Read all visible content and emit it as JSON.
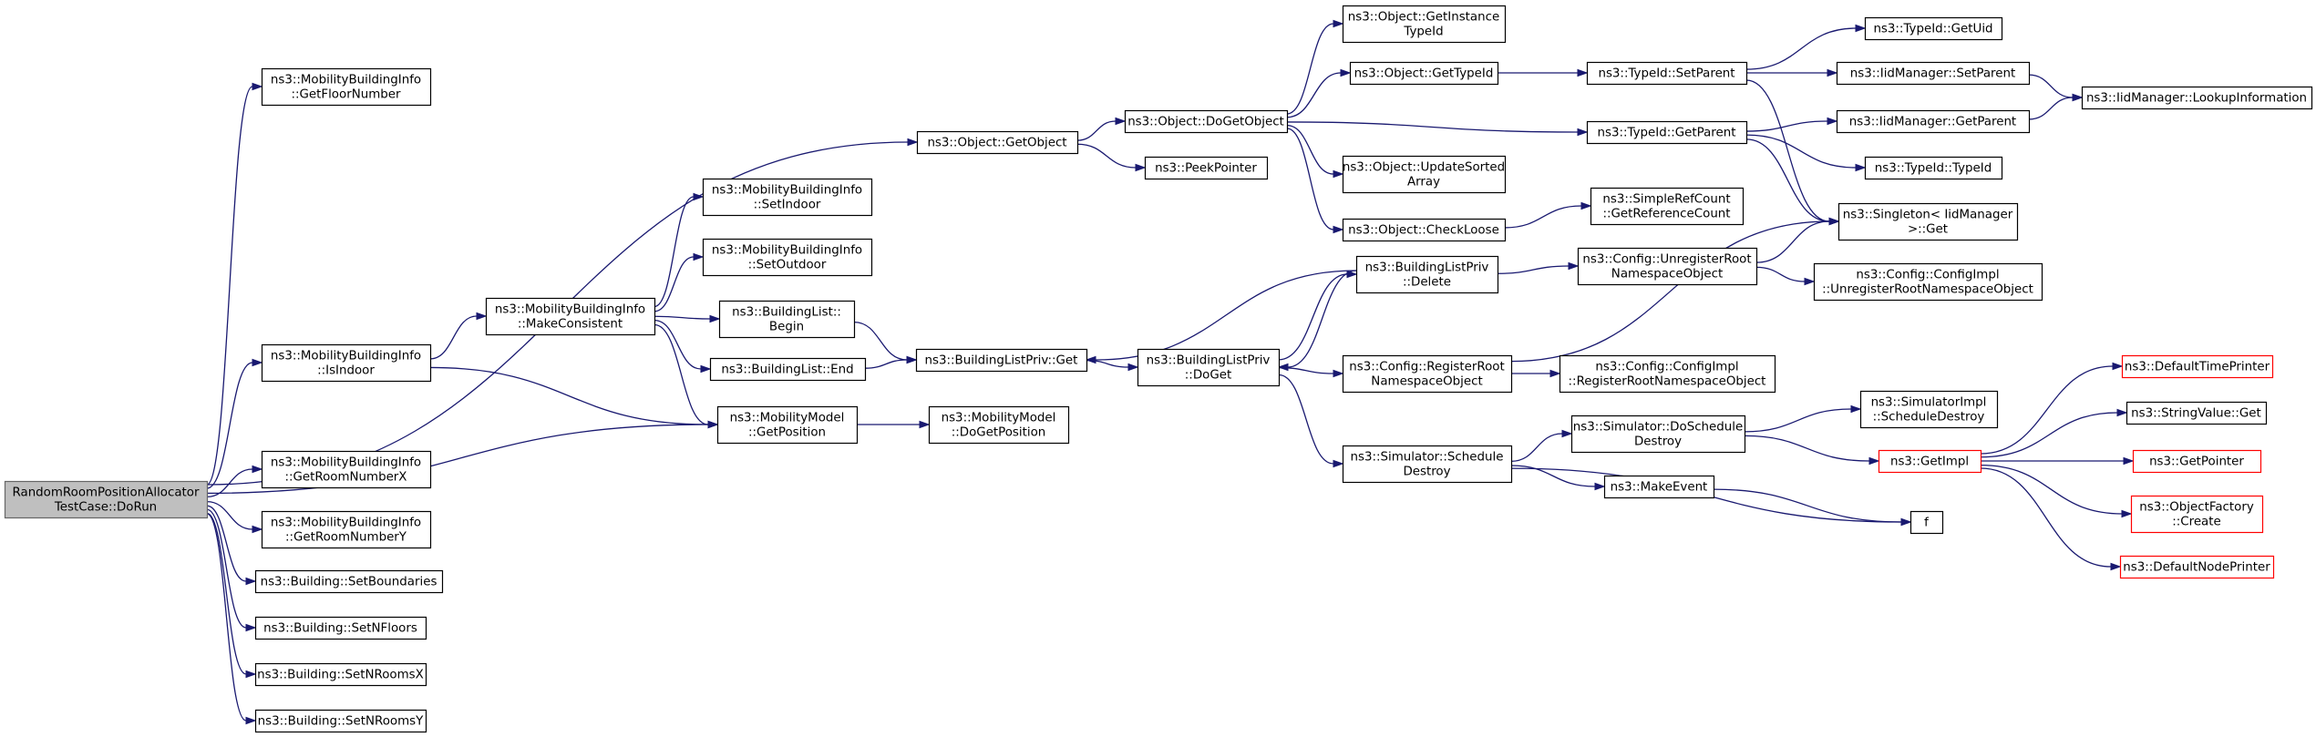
{
  "colors": {
    "edge": "#191970",
    "node_border": "#000000",
    "root_fill": "#bfbfbf",
    "root_border": "#666666",
    "truncated_border": "#ff0000",
    "background": "#ffffff"
  },
  "nodes": {
    "root": [
      "RandomRoomPositionAllocator",
      "TestCase::DoRun"
    ],
    "getFloorNumber": [
      "ns3::MobilityBuildingInfo",
      "::GetFloorNumber"
    ],
    "isIndoor": [
      "ns3::MobilityBuildingInfo",
      "::IsIndoor"
    ],
    "getRoomNumberX": [
      "ns3::MobilityBuildingInfo",
      "::GetRoomNumberX"
    ],
    "getRoomNumberY": [
      "ns3::MobilityBuildingInfo",
      "::GetRoomNumberY"
    ],
    "setBoundaries": [
      "ns3::Building::SetBoundaries"
    ],
    "setNFloors": [
      "ns3::Building::SetNFloors"
    ],
    "setNRoomsX": [
      "ns3::Building::SetNRoomsX"
    ],
    "setNRoomsY": [
      "ns3::Building::SetNRoomsY"
    ],
    "makeConsistent": [
      "ns3::MobilityBuildingInfo",
      "::MakeConsistent"
    ],
    "setIndoor": [
      "ns3::MobilityBuildingInfo",
      "::SetIndoor"
    ],
    "setOutdoor": [
      "ns3::MobilityBuildingInfo",
      "::SetOutdoor"
    ],
    "blBegin": [
      "ns3::BuildingList::",
      "Begin"
    ],
    "blEnd": [
      "ns3::BuildingList::End"
    ],
    "mmGetPosition": [
      "ns3::MobilityModel",
      "::GetPosition"
    ],
    "mmDoGetPosition": [
      "ns3::MobilityModel",
      "::DoGetPosition"
    ],
    "getObject": [
      "ns3::Object::GetObject"
    ],
    "peekPointer": [
      "ns3::PeekPointer"
    ],
    "doGetObject": [
      "ns3::Object::DoGetObject"
    ],
    "getInstanceTypeId": [
      "ns3::Object::GetInstance",
      "TypeId"
    ],
    "getTypeId": [
      "ns3::Object::GetTypeId"
    ],
    "updateSortedArray": [
      "ns3::Object::UpdateSorted",
      "Array"
    ],
    "checkLoose": [
      "ns3::Object::CheckLoose"
    ],
    "blpGet": [
      "ns3::BuildingListPriv::Get"
    ],
    "blpDoGet": [
      "ns3::BuildingListPriv",
      "::DoGet"
    ],
    "blpDelete": [
      "ns3::BuildingListPriv",
      "::Delete"
    ],
    "cfgRegRoot": [
      "ns3::Config::RegisterRoot",
      "NamespaceObject"
    ],
    "simSchedDestroy": [
      "ns3::Simulator::Schedule",
      "Destroy"
    ],
    "cfgUnregRoot": [
      "ns3::Config::UnregisterRoot",
      "NamespaceObject"
    ],
    "tidSetParent": [
      "ns3::TypeId::SetParent"
    ],
    "tidGetParent": [
      "ns3::TypeId::GetParent"
    ],
    "simpleRefCount": [
      "ns3::SimpleRefCount",
      "::GetReferenceCount"
    ],
    "cfgImplReg": [
      "ns3::Config::ConfigImpl",
      "::RegisterRootNamespaceObject"
    ],
    "simDoSchedDestroy": [
      "ns3::Simulator::DoSchedule",
      "Destroy"
    ],
    "makeEvent": [
      "ns3::MakeEvent"
    ],
    "tidGetUid": [
      "ns3::TypeId::GetUid"
    ],
    "iidSetParent": [
      "ns3::IidManager::SetParent"
    ],
    "iidGetParent": [
      "ns3::IidManager::GetParent"
    ],
    "tidTypeId": [
      "ns3::TypeId::TypeId"
    ],
    "singletonGet": [
      "ns3::Singleton< IidManager",
      " >::Get"
    ],
    "cfgImplUnreg": [
      "ns3::Config::ConfigImpl",
      "::UnregisterRootNamespaceObject"
    ],
    "simImplSchedDestroy": [
      "ns3::SimulatorImpl",
      "::ScheduleDestroy"
    ],
    "getImpl": [
      "ns3::GetImpl"
    ],
    "f": [
      "f"
    ],
    "iidLookup": [
      "ns3::IidManager::LookupInformation"
    ],
    "defaultTimePrinter": [
      "ns3::DefaultTimePrinter"
    ],
    "stringValueGet": [
      "ns3::StringValue::Get"
    ],
    "getPointer": [
      "ns3::GetPointer"
    ],
    "objectFactoryCreate": [
      "ns3::ObjectFactory",
      "::Create"
    ],
    "defaultNodePrinter": [
      "ns3::DefaultNodePrinter"
    ]
  },
  "edges": [
    [
      "root",
      "getFloorNumber"
    ],
    [
      "root",
      "getObject"
    ],
    [
      "root",
      "isIndoor"
    ],
    [
      "root",
      "mmGetPosition"
    ],
    [
      "root",
      "getRoomNumberX"
    ],
    [
      "root",
      "getRoomNumberY"
    ],
    [
      "root",
      "setBoundaries"
    ],
    [
      "root",
      "setNFloors"
    ],
    [
      "root",
      "setNRoomsX"
    ],
    [
      "root",
      "setNRoomsY"
    ],
    [
      "isIndoor",
      "makeConsistent"
    ],
    [
      "isIndoor",
      "mmGetPosition"
    ],
    [
      "makeConsistent",
      "setIndoor"
    ],
    [
      "makeConsistent",
      "setOutdoor"
    ],
    [
      "makeConsistent",
      "blBegin"
    ],
    [
      "makeConsistent",
      "blEnd"
    ],
    [
      "makeConsistent",
      "mmGetPosition"
    ],
    [
      "blBegin",
      "blpGet"
    ],
    [
      "blEnd",
      "blpGet"
    ],
    [
      "mmGetPosition",
      "mmDoGetPosition"
    ],
    [
      "getObject",
      "doGetObject"
    ],
    [
      "getObject",
      "peekPointer"
    ],
    [
      "doGetObject",
      "getInstanceTypeId"
    ],
    [
      "doGetObject",
      "getTypeId"
    ],
    [
      "doGetObject",
      "tidGetParent"
    ],
    [
      "doGetObject",
      "updateSortedArray"
    ],
    [
      "doGetObject",
      "checkLoose"
    ],
    [
      "getTypeId",
      "tidSetParent"
    ],
    [
      "checkLoose",
      "simpleRefCount"
    ],
    [
      "blpGet",
      "blpDoGet"
    ],
    [
      "blpDoGet",
      "blpDelete"
    ],
    [
      "blpDoGet",
      "cfgRegRoot"
    ],
    [
      "blpDoGet",
      "simSchedDestroy"
    ],
    [
      "blpDelete",
      "blpGet"
    ],
    [
      "blpDelete",
      "blpDoGet"
    ],
    [
      "blpDelete",
      "cfgUnregRoot"
    ],
    [
      "cfgRegRoot",
      "cfgImplReg"
    ],
    [
      "cfgRegRoot",
      "singletonGet"
    ],
    [
      "cfgUnregRoot",
      "cfgImplUnreg"
    ],
    [
      "cfgUnregRoot",
      "singletonGet"
    ],
    [
      "tidSetParent",
      "tidGetUid"
    ],
    [
      "tidSetParent",
      "iidSetParent"
    ],
    [
      "tidSetParent",
      "singletonGet"
    ],
    [
      "tidGetParent",
      "iidGetParent"
    ],
    [
      "tidGetParent",
      "tidTypeId"
    ],
    [
      "tidGetParent",
      "singletonGet"
    ],
    [
      "iidSetParent",
      "iidLookup"
    ],
    [
      "iidGetParent",
      "iidLookup"
    ],
    [
      "simSchedDestroy",
      "simDoSchedDestroy"
    ],
    [
      "simSchedDestroy",
      "makeEvent"
    ],
    [
      "simSchedDestroy",
      "f"
    ],
    [
      "simDoSchedDestroy",
      "simImplSchedDestroy"
    ],
    [
      "simDoSchedDestroy",
      "getImpl"
    ],
    [
      "makeEvent",
      "f"
    ],
    [
      "getImpl",
      "defaultTimePrinter"
    ],
    [
      "getImpl",
      "stringValueGet"
    ],
    [
      "getImpl",
      "getPointer"
    ],
    [
      "getImpl",
      "objectFactoryCreate"
    ],
    [
      "getImpl",
      "defaultNodePrinter"
    ]
  ]
}
